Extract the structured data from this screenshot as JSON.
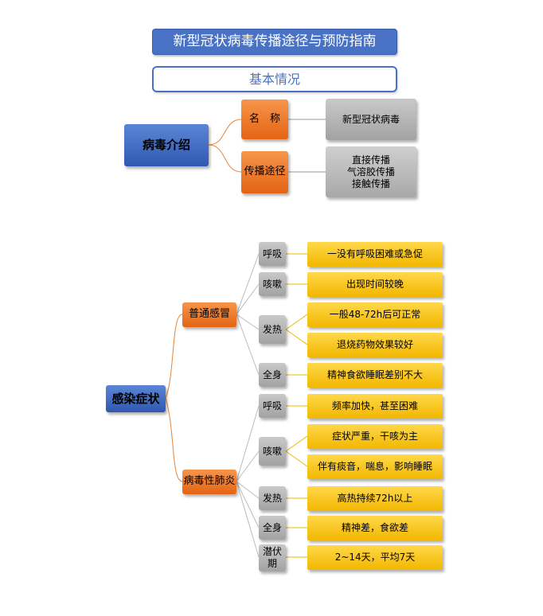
{
  "title": "新型冠状病毒传播途径与预防指南",
  "subtitle": "基本情况",
  "virus": {
    "root": "病毒介绍",
    "name_label": "名　称",
    "name_value": "新型冠状病毒",
    "route_label": "传播途径",
    "routes": [
      "直接传播",
      "气溶胶传播",
      "接触传播"
    ]
  },
  "symptoms": {
    "root": "感染症状",
    "common": {
      "label": "普通感冒",
      "breath": "呼吸",
      "breath_desc": "一没有呼吸困难或急促",
      "cough": "咳嗽",
      "cough_desc": "出现时间较晚",
      "fever": "发热",
      "fever_desc1": "一般48-72h后可正常",
      "fever_desc2": "退烧药物效果较好",
      "body": "全身",
      "body_desc": "精神食欲睡眠差别不大"
    },
    "pneumonia": {
      "label": "病毒性肺炎",
      "breath": "呼吸",
      "breath_desc": "频率加快，甚至困难",
      "cough": "咳嗽",
      "cough_desc1": "症状严重，干咳为主",
      "cough_desc2": "伴有痰音，喘息，影响睡眠",
      "fever": "发热",
      "fever_desc": "高热持续72h以上",
      "body": "全身",
      "body_desc": "精神差，食欲差",
      "incubation": "潜伏期",
      "incubation_desc": "2~14天，平均7天"
    }
  }
}
